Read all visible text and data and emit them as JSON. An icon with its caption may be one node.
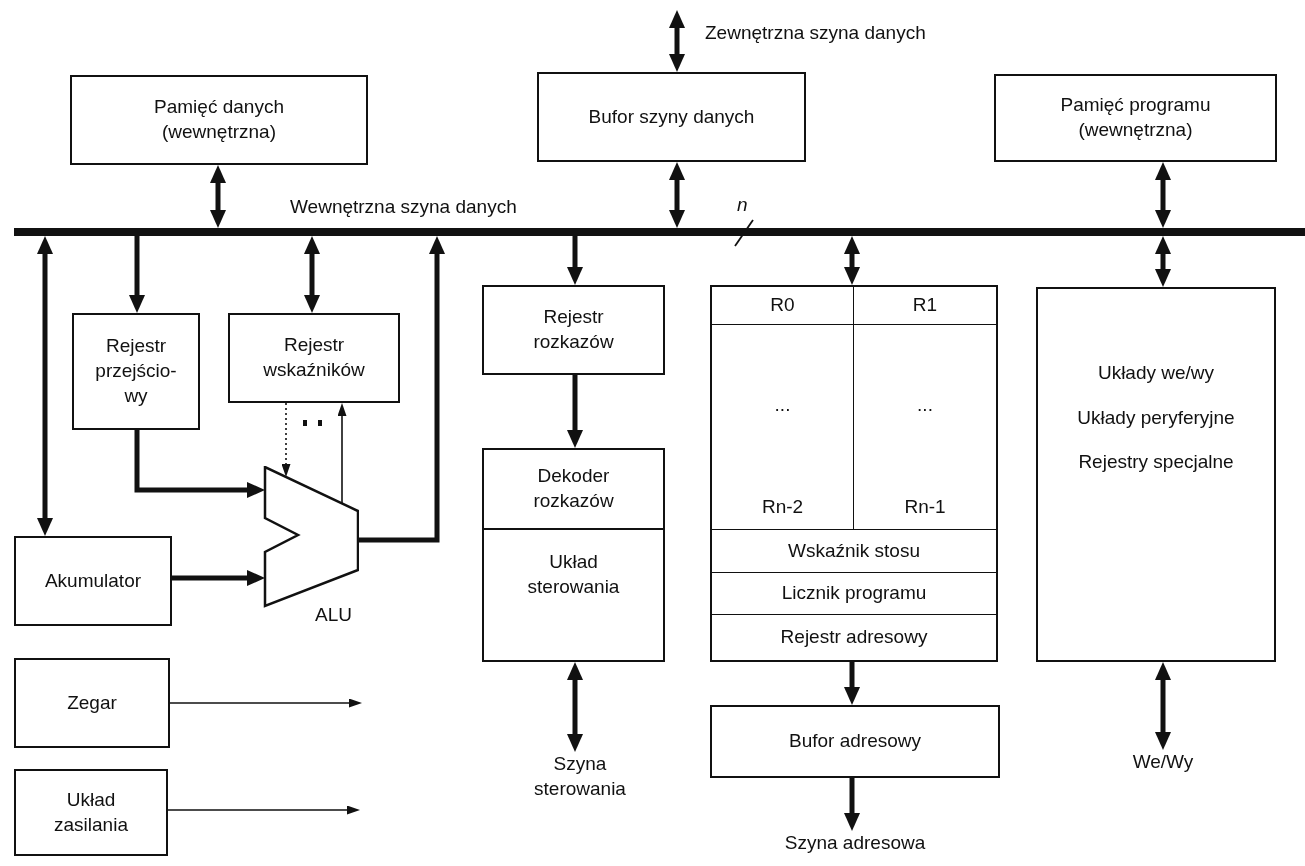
{
  "diagram": {
    "nodes": [
      {
        "text": [
          "Pamięć danych (wewnętrzna)"
        ]
      },
      {
        "text": [
          "Bufor szyny danych"
        ]
      },
      {
        "text": [
          "Pamięć programu (wewnętrzna)"
        ]
      },
      {
        "text": [],
        "shape": "bar"
      },
      {
        "text": [
          "Rejestr przejścio- wy"
        ]
      },
      {
        "text": [
          "Rejestr wskaźników"
        ]
      },
      {
        "text": [
          "ALU"
        ]
      },
      {
        "text": [
          "Akumulator"
        ]
      },
      {
        "text": [
          "Zegar"
        ]
      },
      {
        "text": [
          "Układ zasilania"
        ]
      },
      {
        "text": [
          "Rejestr rozkazów"
        ]
      },
      {
        "text": [
          "Dekoder rozkazów",
          "Układ sterowania"
        ]
      },
      {
        "text": [
          "Szyna sterowania"
        ]
      },
      {
        "text": [],
        "shape": "box"
      },
      {
        "text": [
          "R0"
        ],
        "in": 13
      },
      {
        "text": [
          "R1"
        ],
        "in": 13
      },
      {
        "text": [
          "..."
        ],
        "in": 13
      },
      {
        "text": [
          "..."
        ],
        "in": 13
      },
      {
        "text": [
          "Rn-2"
        ],
        "in": 13
      },
      {
        "text": [
          "Rn-1"
        ],
        "in": 13
      },
      {
        "text": [
          "Wskaźnik stosu"
        ],
        "in": 13
      },
      {
        "text": [
          "Licznik programu"
        ],
        "in": 13
      },
      {
        "text": [
          "Rejestr adresowy"
        ],
        "in": 13
      },
      {
        "text": [
          "Bufor adresowy"
        ]
      },
      {
        "text": [
          "Szyna adresowa"
        ]
      },
      {
        "text": [
          "Układy we/wy",
          "Układy peryferyjne",
          "Rejestry specjalne"
        ]
      },
      {
        "text": [
          "We/Wy"
        ]
      }
    ],
    "edges": [
      {
        "from": 0,
        "to": 3,
        "arrow": "both"
      },
      {
        "from": 1,
        "to": null,
        "arrow": "both",
        "label": "Zewnętrzna szyna danych"
      },
      {
        "from": 1,
        "to": 3,
        "arrow": "both"
      },
      {
        "from": 2,
        "to": 3,
        "arrow": "both"
      },
      {
        "from": 3,
        "to": 4,
        "arrow": "to"
      },
      {
        "from": 3,
        "to": 5,
        "arrow": "both"
      },
      {
        "from": 3,
        "to": 7,
        "arrow": "both"
      },
      {
        "from": 6,
        "to": 3,
        "arrow": "to"
      },
      {
        "from": 4,
        "to": 6,
        "arrow": "to"
      },
      {
        "from": 7,
        "to": 6,
        "arrow": "to"
      },
      {
        "from": 5,
        "to": 6,
        "arrow": "to",
        "style": "dashed"
      },
      {
        "from": 6,
        "to": 5,
        "arrow": "to"
      },
      {
        "from": 8,
        "to": null,
        "arrow": "to"
      },
      {
        "from": 9,
        "to": null,
        "arrow": "to"
      },
      {
        "from": 3,
        "to": 10,
        "arrow": "to"
      },
      {
        "from": 10,
        "to": 11,
        "arrow": "to"
      },
      {
        "from": 11,
        "to": 12,
        "arrow": "both"
      },
      {
        "from": 3,
        "to": 13,
        "arrow": "both"
      },
      {
        "from": 13,
        "to": 23,
        "arrow": "to"
      },
      {
        "from": 23,
        "to": 24,
        "arrow": "to"
      },
      {
        "from": 3,
        "to": 25,
        "arrow": "both"
      },
      {
        "from": 25,
        "to": 26,
        "arrow": "both"
      }
    ],
    "labels": [
      "Wewnętrzna szyna danych",
      "*n*"
    ]
  }
}
